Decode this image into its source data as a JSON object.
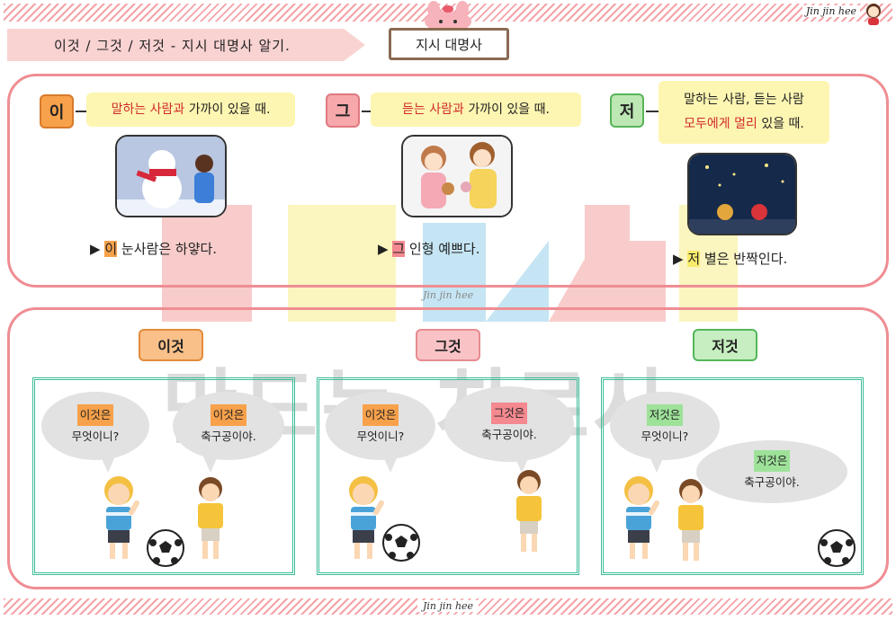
{
  "header": {
    "title": "이것 / 그것 / 저것 - 지시 대명사 알기.",
    "topic": "지시 대명사",
    "brand": "Jin jin hee"
  },
  "footer": {
    "brand": "Jin jin hee"
  },
  "watermark": {
    "text": "만드는 치료사",
    "sub": "Jin jin hee"
  },
  "pronouns": [
    {
      "word": "이",
      "desc_red": "말하는 사람과",
      "desc_rest": "가까이 있을 때.",
      "sentence_hl": "이",
      "sentence_rest": "눈사람은 하얗다.",
      "bullet": "▶"
    },
    {
      "word": "그",
      "desc_red": "듣는 사람과",
      "desc_rest": "가까이 있을 때.",
      "sentence_hl": "그",
      "sentence_rest": "인형 예쁘다.",
      "bullet": "▶"
    },
    {
      "word": "저",
      "desc_line1": "말하는 사람, 듣는 사람",
      "desc_red": "모두에게 멀리",
      "desc_rest": "있을 때.",
      "sentence_hl": "저",
      "sentence_rest": "별은 반짝인다.",
      "bullet": "▶"
    }
  ],
  "examples": [
    {
      "label": "이것",
      "q_tag": "이것은",
      "q_text": "무엇이니?",
      "a_tag": "이것은",
      "a_text": "축구공이야."
    },
    {
      "label": "그것",
      "q_tag": "이것은",
      "q_text": "무엇이니?",
      "a_tag": "그것은",
      "a_text": "축구공이야."
    },
    {
      "label": "저것",
      "q_tag": "저것은",
      "q_text": "무엇이니?",
      "a_tag": "저것은",
      "a_text": "축구공이야."
    }
  ],
  "colors": {
    "accent_pink": "#ef8d93",
    "orange": "#f7a14b",
    "pink": "#f4898f",
    "green": "#9ee29a",
    "yellow": "#fdf6b2"
  }
}
